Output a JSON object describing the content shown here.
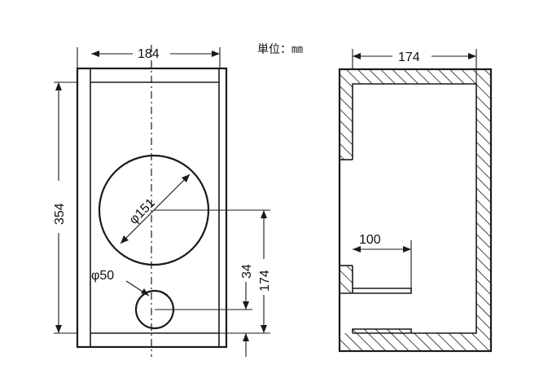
{
  "unit_label": "単位：㎜",
  "front_view": {
    "width": "184",
    "height": "354",
    "driver_diameter": "φ151",
    "port_diameter": "φ50",
    "port_offset": "34",
    "driver_height": "174"
  },
  "side_view": {
    "depth": "174",
    "baffle_length": "100"
  }
}
